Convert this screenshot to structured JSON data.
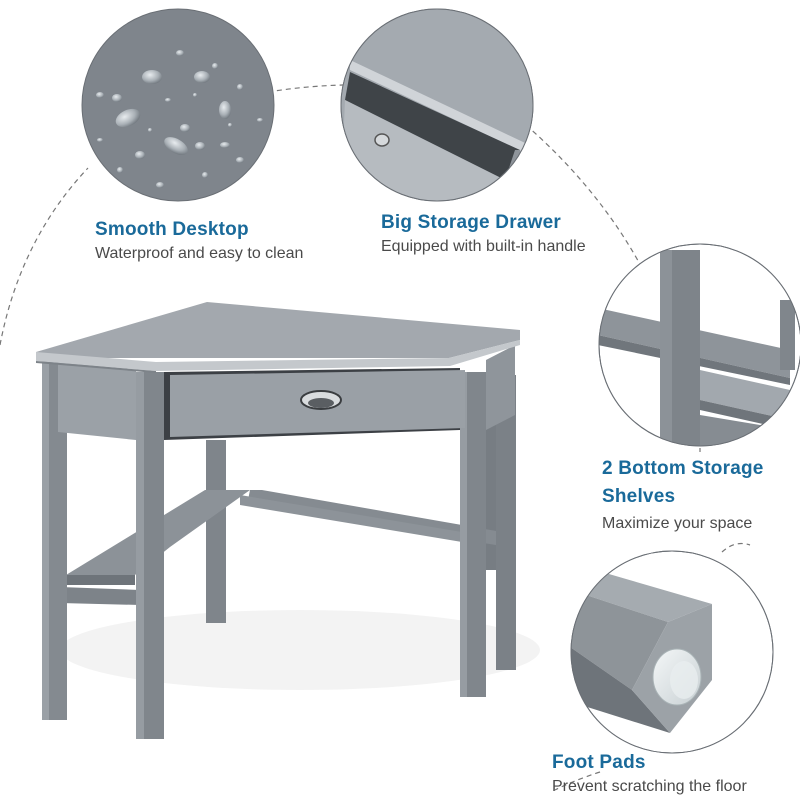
{
  "product": {
    "name": "Corner Desk",
    "color_body": "#8a8f96",
    "color_top": "#a3a8ae",
    "accent_title_color": "#1a6a9a",
    "desc_color": "#4a4a4a"
  },
  "features": [
    {
      "id": "desktop",
      "title": "Smooth Desktop",
      "description": "Waterproof and easy to clean",
      "detail_icon": "water-droplets-icon"
    },
    {
      "id": "drawer",
      "title": "Big Storage Drawer",
      "description": "Equipped with built-in handle",
      "detail_icon": "open-drawer-icon"
    },
    {
      "id": "shelves",
      "title": "2 Bottom Storage Shelves",
      "description": "Maximize your space",
      "detail_icon": "shelf-joint-icon"
    },
    {
      "id": "feet",
      "title": "Foot Pads",
      "description": "Prevent scratching the floor",
      "detail_icon": "foot-pad-icon"
    }
  ]
}
